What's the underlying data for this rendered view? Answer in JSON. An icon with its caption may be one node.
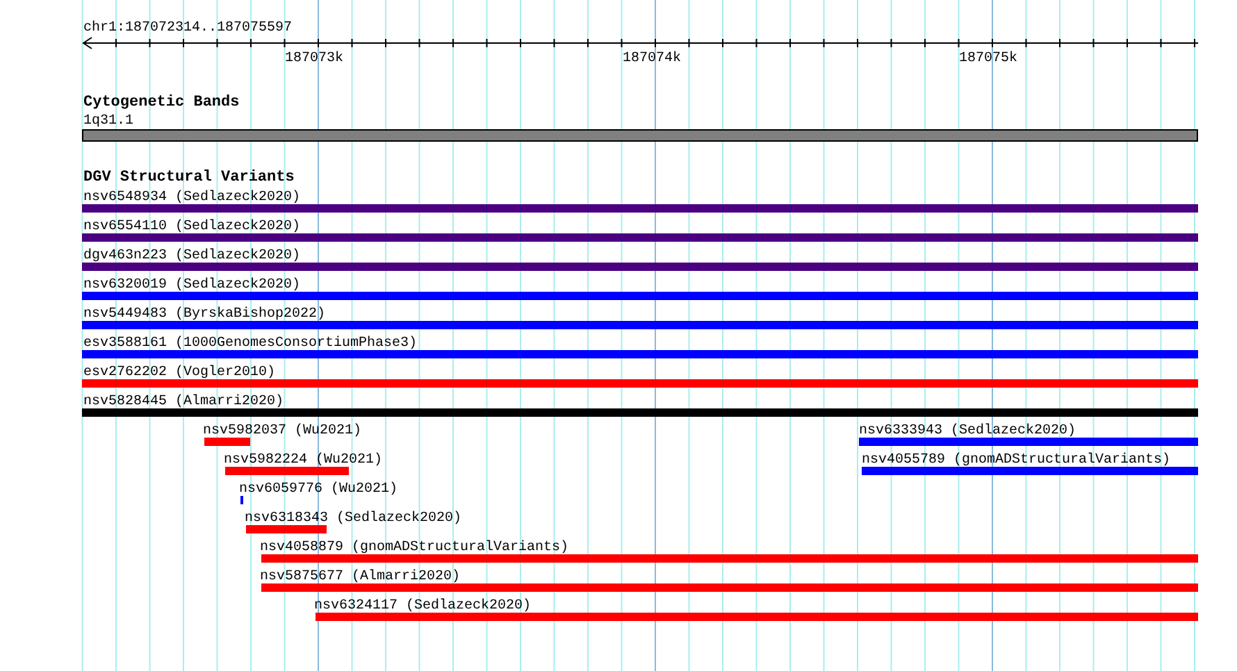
{
  "diagram": {
    "nodes": [
      {
        "text": [
          "1q31.1"
        ]
      },
      {
        "text": [
          "nsv6548934 (Sedlazeck2020)"
        ]
      },
      {
        "text": [
          "nsv6554110 (Sedlazeck2020)"
        ]
      },
      {
        "text": [
          "dgv463n223 (Sedlazeck2020)"
        ]
      },
      {
        "text": [
          "nsv6320019 (Sedlazeck2020)"
        ]
      },
      {
        "text": [
          "nsv5449483 (ByrskaBishop2022)"
        ]
      },
      {
        "text": [
          "esv3588161 (1000GenomesConsortiumPhase3)"
        ]
      },
      {
        "text": [
          "esv2762202 (Vogler2010)"
        ]
      },
      {
        "text": [
          "nsv5828445 (Almarri2020)"
        ]
      },
      {
        "text": [
          "nsv5982037 (Wu2021)"
        ]
      },
      {
        "text": [
          "nsv6333943 (Sedlazeck2020)"
        ]
      },
      {
        "text": [
          "nsv5982224 (Wu2021)"
        ]
      },
      {
        "text": [
          "nsv4055789 (gnomADStructuralVariants)"
        ]
      },
      {
        "text": [
          "nsv6059776 (Wu2021)"
        ]
      },
      {
        "text": [
          "nsv6318343 (Sedlazeck2020)"
        ]
      },
      {
        "text": [
          "nsv4058879 (gnomADStructuralVariants)"
        ]
      },
      {
        "text": [
          "nsv5875677 (Almarri2020)"
        ]
      },
      {
        "text": [
          "nsv6324117 (Sedlazeck2020)"
        ]
      }
    ],
    "labels": [
      "chr1:187072314..187075597",
      "187073k",
      "187074k",
      "187075k",
      "Cytogenetic Bands",
      "DGV Structural Variants"
    ]
  }
}
